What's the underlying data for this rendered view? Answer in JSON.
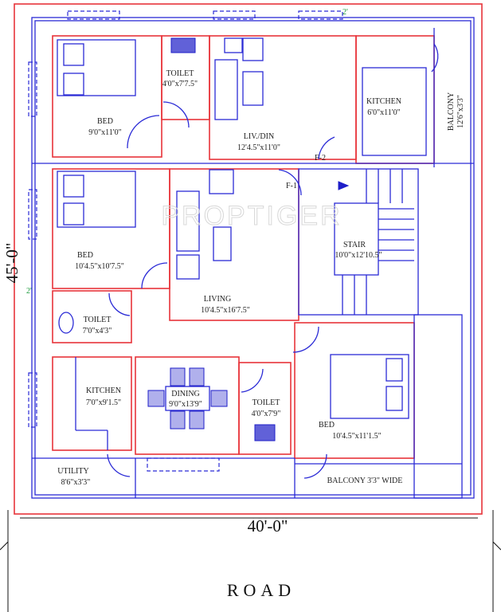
{
  "watermark": "PROPTIGER",
  "dimensions": {
    "depth": "45'-0\"",
    "width": "40'-0\"",
    "setback_top": "2'",
    "setback_left": "2'"
  },
  "road_label": "ROAD",
  "rooms": {
    "bed1": {
      "name": "BED",
      "size": "9'0\"x11'0\""
    },
    "toilet1": {
      "name": "TOILET",
      "size": "4'0\"x7'7.5\""
    },
    "livdin": {
      "name": "LIV./DIN",
      "size": "12'4.5\"x11'0\""
    },
    "kitchen1": {
      "name": "KITCHEN",
      "size": "6'0\"x11'0\""
    },
    "balcony1": {
      "name": "BALCONY",
      "size": "12'6\"x3'3\""
    },
    "bed2": {
      "name": "BED",
      "size": "10'4.5\"x10'7.5\""
    },
    "living": {
      "name": "LIVING",
      "size": "10'4.5\"x16'7.5\""
    },
    "stair": {
      "name": "STAIR",
      "size": "10'0\"x12'10.5\""
    },
    "toilet2": {
      "name": "TOILET",
      "size": "7'0\"x4'3\""
    },
    "kitchen2": {
      "name": "KITCHEN",
      "size": "7'0\"x9'1.5\""
    },
    "dining": {
      "name": "DINING",
      "size": "9'0\"x13'9\""
    },
    "toilet3": {
      "name": "TOILET",
      "size": "4'0\"x7'9\""
    },
    "bed3": {
      "name": "BED",
      "size": "10'4.5\"x11'1.5\""
    },
    "utility": {
      "name": "UTILITY",
      "size": "8'6\"x3'3\""
    },
    "balcony2": {
      "name": "BALCONY 3'3\" WIDE"
    }
  },
  "doors": {
    "f1": "F-1",
    "f2": "F-2"
  },
  "colors": {
    "wall_red": "#e8343a",
    "line_blue": "#2b2bd6",
    "dim_green": "#1a9a3a"
  }
}
